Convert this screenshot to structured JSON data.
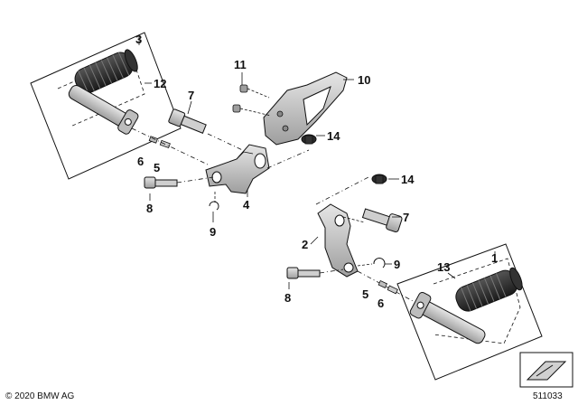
{
  "callouts": {
    "c1": "1",
    "c2": "2",
    "c3": "3",
    "c4": "4",
    "c5a": "5",
    "c5b": "5",
    "c6a": "6",
    "c6b": "6",
    "c7a": "7",
    "c7b": "7",
    "c8a": "8",
    "c8b": "8",
    "c9a": "9",
    "c9b": "9",
    "c10": "10",
    "c11": "11",
    "c12": "12",
    "c13": "13",
    "c14a": "14",
    "c14b": "14"
  },
  "footer": {
    "copyright": "© 2020 BMW AG",
    "diagram_number": "511033"
  },
  "colors": {
    "line": "#111111",
    "part_fill": "#bdbdbd",
    "rubber": "#2a2a2a",
    "metal_light": "#d9d9d9"
  }
}
